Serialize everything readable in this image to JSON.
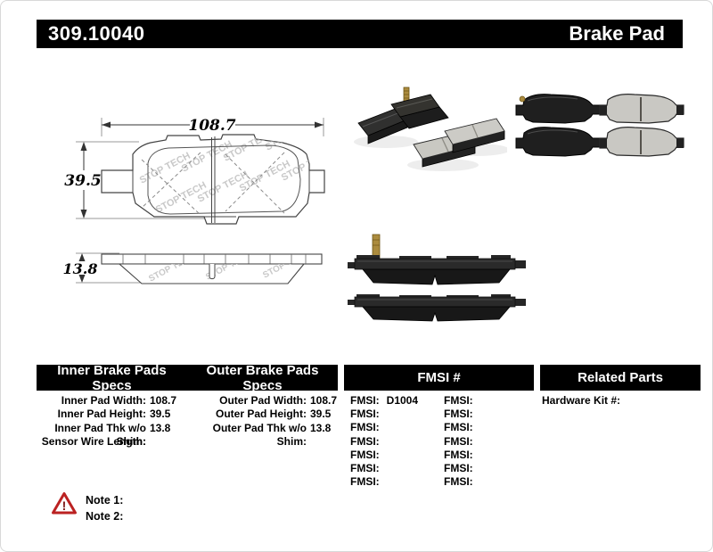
{
  "header": {
    "part_number": "309.10040",
    "product_name": "Brake Pad"
  },
  "drawing": {
    "watermark": "STOP TECH",
    "front_view": {
      "width": "108.7",
      "height": "39.5"
    },
    "side_view": {
      "thickness": "13.8"
    }
  },
  "table": {
    "headers": {
      "inner": "Inner Brake Pads Specs",
      "outer": "Outer Brake Pads Specs",
      "fmsi": "FMSI #",
      "related": "Related Parts"
    },
    "inner_rows": [
      {
        "label": "Inner Pad Width:",
        "value": "108.7"
      },
      {
        "label": "Inner Pad Height:",
        "value": "39.5"
      },
      {
        "label": "Inner Pad Thk w/o Shim:",
        "value": "13.8"
      },
      {
        "label": "Sensor Wire Length:",
        "value": ""
      }
    ],
    "outer_rows": [
      {
        "label": "Outer Pad Width:",
        "value": "108.7"
      },
      {
        "label": "Outer Pad Height:",
        "value": "39.5"
      },
      {
        "label": "Outer Pad Thk w/o Shim:",
        "value": "13.8"
      }
    ],
    "fmsi_rows": [
      {
        "c1": "FMSI:",
        "v1": "D1004",
        "c2": "FMSI:",
        "v2": ""
      },
      {
        "c1": "FMSI:",
        "v1": "",
        "c2": "FMSI:",
        "v2": ""
      },
      {
        "c1": "FMSI:",
        "v1": "",
        "c2": "FMSI:",
        "v2": ""
      },
      {
        "c1": "FMSI:",
        "v1": "",
        "c2": "FMSI:",
        "v2": ""
      },
      {
        "c1": "FMSI:",
        "v1": "",
        "c2": "FMSI:",
        "v2": ""
      },
      {
        "c1": "FMSI:",
        "v1": "",
        "c2": "FMSI:",
        "v2": ""
      },
      {
        "c1": "FMSI:",
        "v1": "",
        "c2": "FMSI:",
        "v2": ""
      }
    ],
    "related_rows": [
      {
        "label": "Hardware Kit #:",
        "value": ""
      }
    ]
  },
  "notes": {
    "note1": "Note 1:",
    "note2": "Note 2:"
  },
  "colors": {
    "bar": "#000000",
    "warning_red": "#bb2222",
    "watermark_gray": "#c9c9c9",
    "brass": "#ab8b3e"
  }
}
